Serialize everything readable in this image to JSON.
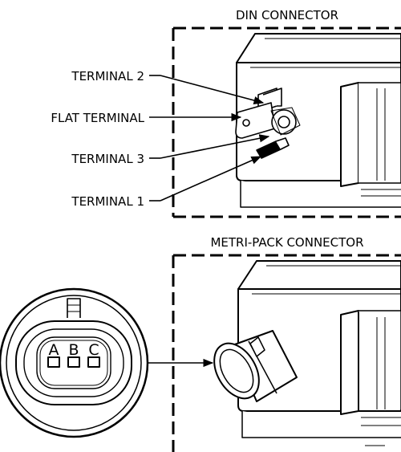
{
  "din_section": {
    "title": "DIN CONNECTOR",
    "labels": {
      "terminal_2": "TERMINAL 2",
      "flat_terminal": "FLAT TERMINAL",
      "terminal_3": "TERMINAL 3",
      "terminal_1": "TERMINAL 1"
    }
  },
  "metripack_section": {
    "title": "METRI-PACK CONNECTOR",
    "pin_letters": [
      "A",
      "B",
      "C"
    ]
  },
  "colors": {
    "line": "#000000",
    "background": "#ffffff"
  }
}
